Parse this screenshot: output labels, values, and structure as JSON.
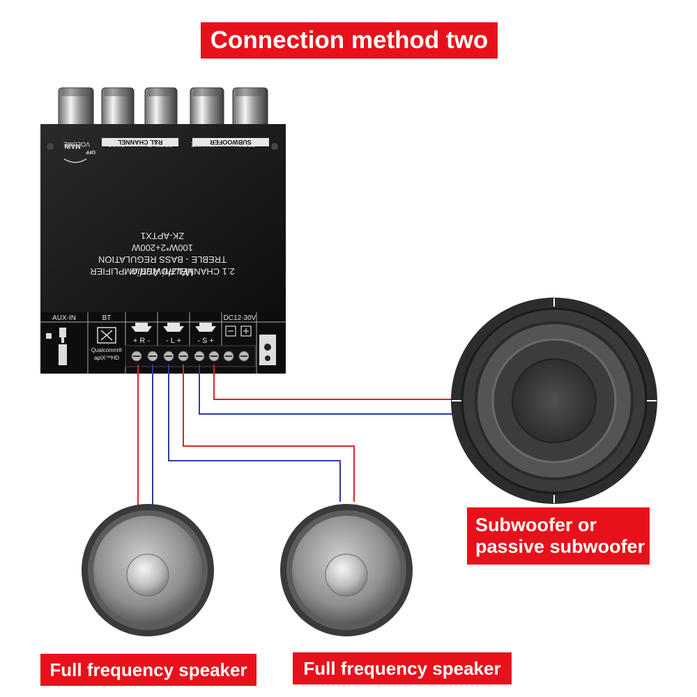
{
  "title": "Connection method two",
  "board": {
    "knobs": [
      {
        "line1": "VOLUME",
        "group": "MAIN"
      },
      {
        "line1": "BASS",
        "group": "R&L CHANNEL"
      },
      {
        "line1": "TREBLE",
        "group": "R&L CHANNEL"
      },
      {
        "line1": "VOLUME",
        "group": "SUBWOOFER"
      },
      {
        "line1": "FREQ",
        "group": "SUBWOOFER"
      }
    ],
    "main_label": "MAIN",
    "rl_channel_label": "R&L CHANNEL",
    "subwoofer_group_label": "SUBWOOFER",
    "off_label": "OFF",
    "text_line1": "2.1 CHANNEL POWER AMPLIFIER",
    "text_line2": "TREBLE - BASS REGULATION",
    "text_line3": "100W*2+200W",
    "text_line4": "ZK-APTX1",
    "brand": "Wuzhi Audio",
    "aux_label": "AUX-IN",
    "bt_label": "BT",
    "qualcomm_label": "Qualcomm®",
    "aptx_label": "aptX™HD",
    "right_terminal": "+ R -",
    "left_terminal": "- L +",
    "sub_terminal": "- S +",
    "dc_label": "DC12-30V"
  },
  "speakers": {
    "subwoofer_line1": "Subwoofer or",
    "subwoofer_line2": "passive subwoofer",
    "left_label": "Full frequency speaker",
    "right_label": "Full frequency speaker"
  },
  "colors": {
    "accent_red": "#e8111b",
    "wire_red": "#e0202a",
    "wire_blue": "#2b3aa8",
    "board_black": "#1a1a1a"
  }
}
